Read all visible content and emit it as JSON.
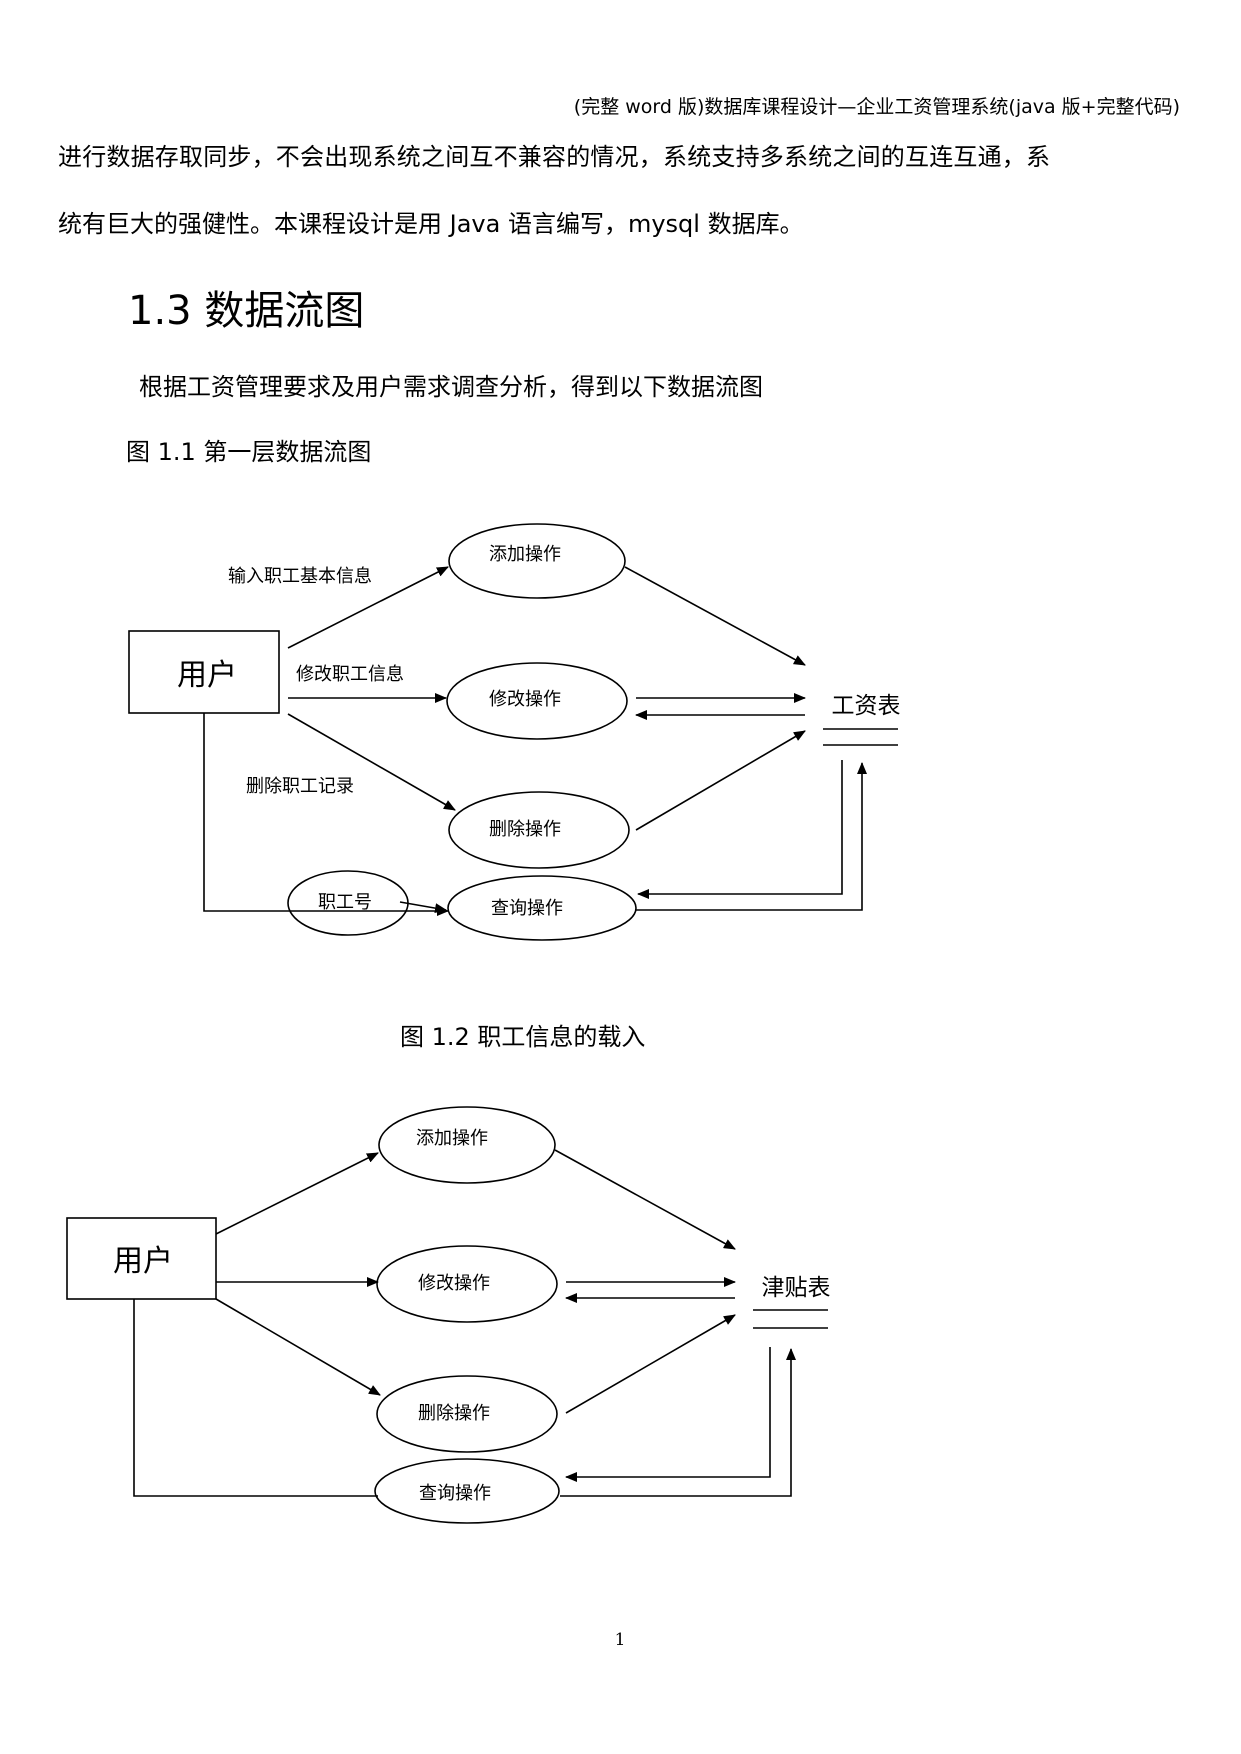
{
  "header": {
    "running_title": "(完整 word 版)数据库课程设计—企业工资管理系统(java 版+完整代码)"
  },
  "body": {
    "paragraph_line1": "进行数据存取同步，不会出现系统之间互不兼容的情况，系统支持多系统之间的互连互通，系",
    "paragraph_line2": "统有巨大的强健性。本课程设计是用 Java 语言编写，mysql 数据库。"
  },
  "section": {
    "heading": "1.3 数据流图",
    "intro": "根据工资管理要求及用户需求调查分析，得到以下数据流图"
  },
  "figure1": {
    "caption": "图 1.1 第一层数据流图",
    "entity": "用户",
    "store": "工资表",
    "flow_add": "输入职工基本信息",
    "flow_modify": "修改职工信息",
    "flow_delete": "删除职工记录",
    "proc_add": "添加操作",
    "proc_modify": "修改操作",
    "proc_delete": "删除操作",
    "proc_query": "查询操作",
    "proc_id": "职工号"
  },
  "figure2": {
    "caption": "图 1.2 职工信息的载入",
    "entity": "用户",
    "store": "津贴表",
    "proc_add": "添加操作",
    "proc_modify": "修改操作",
    "proc_delete": "删除操作",
    "proc_query": "查询操作"
  },
  "footer": {
    "page_number": "1"
  }
}
